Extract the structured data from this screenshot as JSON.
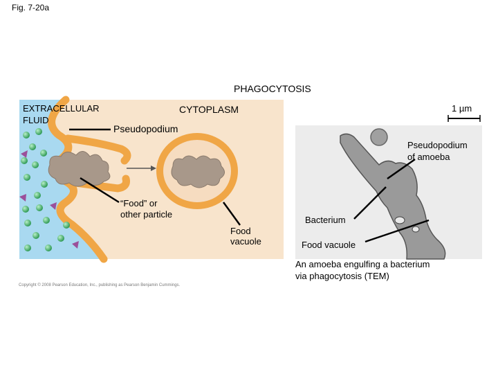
{
  "figure_label": "Fig. 7-20a",
  "title": "PHAGOCYTOSIS",
  "labels": {
    "extracellular": "EXTRACELLULAR\nFLUID",
    "cytoplasm": "CYTOPLASM",
    "scale": "1 µm",
    "pseudopodium": "Pseudopodium",
    "pseudopodium_amoeba": "Pseudopodium\nof amoeba",
    "food_particle": "“Food” or\nother particle",
    "bacterium": "Bacterium",
    "food_vacuole_left": "Food\nvacuole",
    "food_vacuole_right": "Food vacuole"
  },
  "caption": "An amoeba engulfing a bacterium\nvia phagocytosis (TEM)",
  "copyright": "Copyright © 2008 Pearson Education, Inc., publishing as Pearson Benjamin Cummings.",
  "colors": {
    "extracellular": "#a9d9f0",
    "cytoplasm": "#f8e4cc",
    "membrane": "#f0a646",
    "food": "#a8988a",
    "dots": "#3aa860",
    "triangles": "#9b4f9a",
    "micrograph": "#9a9a9a"
  }
}
